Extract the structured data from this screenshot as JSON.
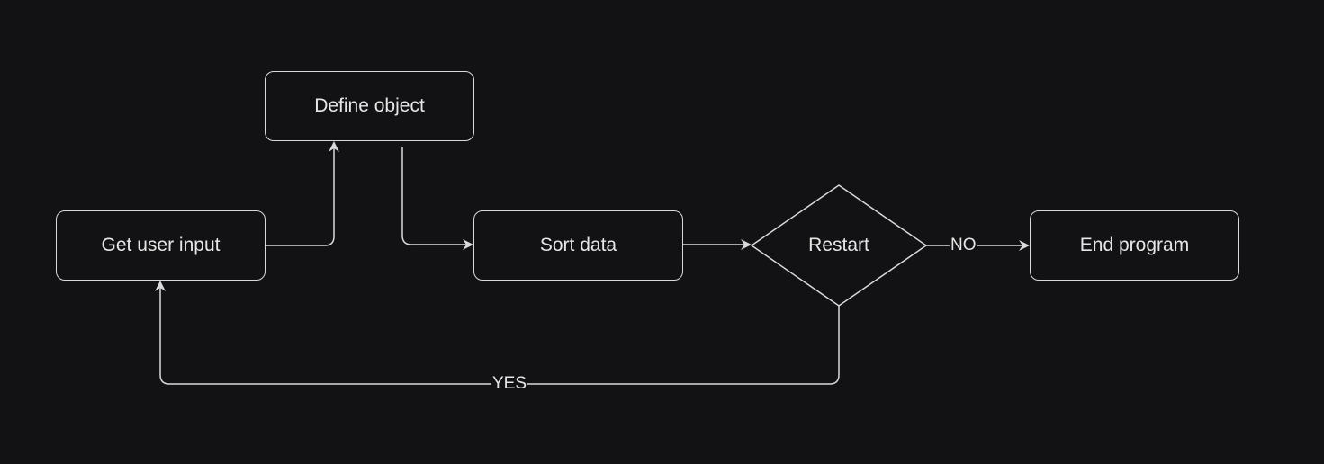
{
  "colors": {
    "background": "#121214",
    "stroke": "#d9d9d9",
    "text": "#e6e6e6"
  },
  "nodes": {
    "get_user_input": "Get user input",
    "define_object": "Define object",
    "sort_data": "Sort data",
    "restart": "Restart",
    "end_program": "End program"
  },
  "edges": {
    "no_label": "NO",
    "yes_label": "YES"
  }
}
